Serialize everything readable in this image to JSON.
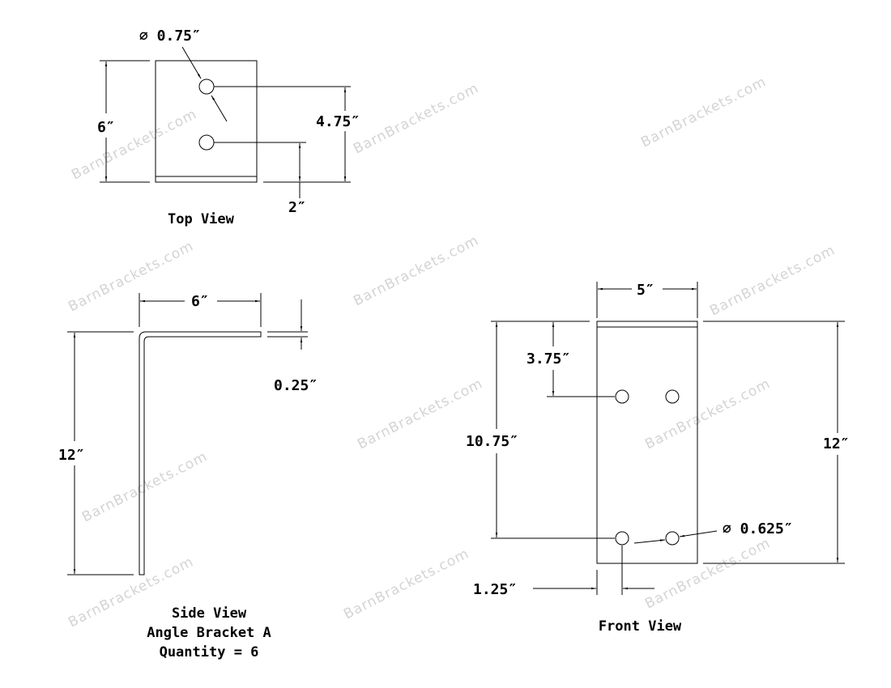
{
  "watermark": "BarnBrackets.com",
  "top_view": {
    "title": "Top View",
    "hole_diameter": "∅ 0.75″",
    "width_dim": "6″",
    "hole1_offset": "4.75″",
    "hole2_offset": "2″"
  },
  "side_view": {
    "title": "Side View",
    "part_name": "Angle Bracket A",
    "quantity": "Quantity = 6",
    "leg_width": "6″",
    "height": "12″",
    "thickness": "0.25″"
  },
  "front_view": {
    "title": "Front View",
    "width": "5″",
    "height": "12″",
    "upper_hole_offset": "3.75″",
    "lower_hole_offset": "10.75″",
    "edge_offset": "1.25″",
    "hole_diameter": "∅ 0.625″"
  }
}
